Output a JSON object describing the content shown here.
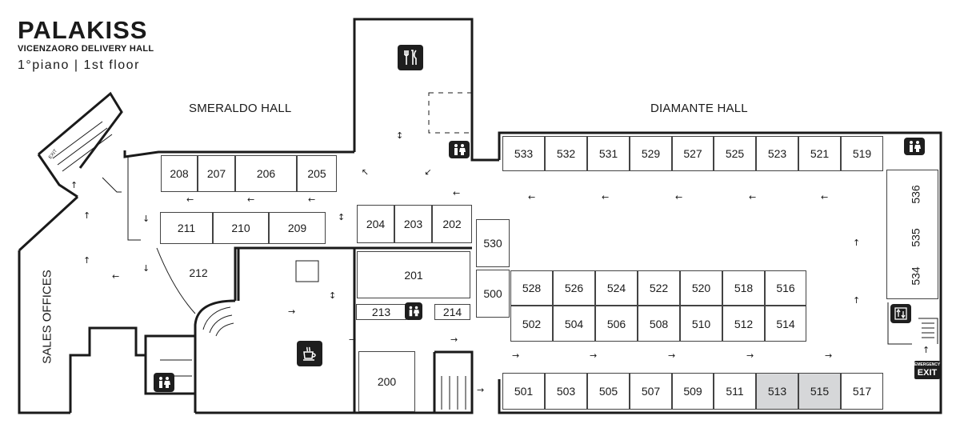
{
  "brand": {
    "name": "PALAKISS",
    "subtitle": "VICENZAORO DELIVERY HALL",
    "floor": "1°piano | 1st floor"
  },
  "halls": {
    "smeraldo": "SMERALDO HALL",
    "diamante": "DIAMANTE HALL",
    "sales_offices": "SALES OFFICES"
  },
  "signs": {
    "emergency_top": "EMERGENCY",
    "exit": "EXIT",
    "exit_small": "EXIT"
  },
  "highlight_color": "#d6d7d9",
  "icons": [
    "restaurant-icon",
    "cafe-icon",
    "restroom-icon",
    "elevator-icon",
    "stairs-icon"
  ],
  "booths": {
    "smeraldo_top": [
      "208",
      "207",
      "206",
      "205"
    ],
    "smeraldo_row": [
      "211",
      "210",
      "209"
    ],
    "center_row": [
      "204",
      "203",
      "202"
    ],
    "single": [
      "212",
      "201",
      "213",
      "214",
      "200",
      "530",
      "500"
    ],
    "diamante_top": [
      "533",
      "532",
      "531",
      "529",
      "527",
      "525",
      "523",
      "521",
      "519"
    ],
    "island_top": [
      "528",
      "526",
      "524",
      "522",
      "520",
      "518",
      "516"
    ],
    "island_bottom": [
      "502",
      "504",
      "506",
      "508",
      "510",
      "512",
      "514"
    ],
    "diamante_bottom": [
      "501",
      "503",
      "505",
      "507",
      "509",
      "511",
      "513",
      "515",
      "517"
    ],
    "side": [
      "536",
      "535",
      "534"
    ],
    "highlighted": [
      "513",
      "515"
    ]
  }
}
